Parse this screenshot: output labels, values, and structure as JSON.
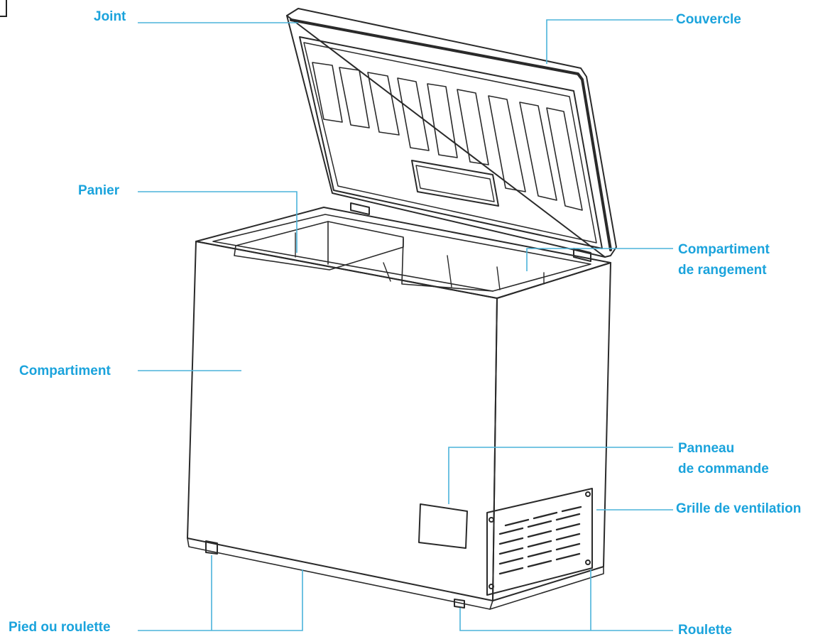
{
  "title": "",
  "accent_color": "#1aa3dc",
  "line_color": "#4bb3da",
  "drawing_color": "#2a2a2a",
  "labels": {
    "joint": "Joint",
    "couvercle": "Couvercle",
    "panier": "Panier",
    "compartiment_rangement_1": "Compartiment",
    "compartiment_rangement_2": "de rangement",
    "compartiment": "Compartiment",
    "panneau_1": "Panneau",
    "panneau_2": "de commande",
    "grille": "Grille de ventilation",
    "pied": "Pied ou roulette",
    "roulette": "Roulette"
  }
}
